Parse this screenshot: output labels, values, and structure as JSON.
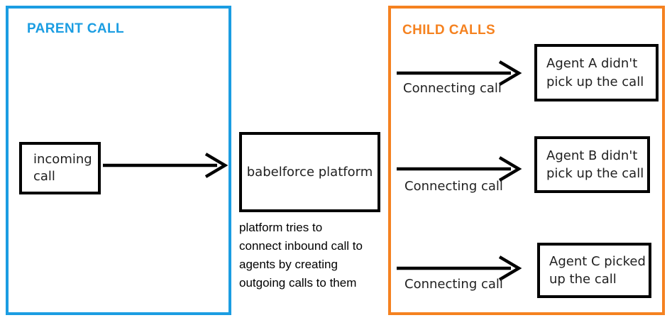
{
  "colors": {
    "parent_accent": "#1b9de2",
    "child_accent": "#f58220",
    "shape_stroke": "#000000",
    "background": "#ffffff"
  },
  "parent_panel": {
    "title": "PARENT CALL",
    "incoming_call": {
      "lines": [
        "incoming",
        "call"
      ]
    }
  },
  "platform": {
    "label": "babelforce platform",
    "caption_lines": [
      "platform tries to",
      "connect inbound call to",
      "agents by creating",
      "outgoing calls to them"
    ]
  },
  "child_panel": {
    "title": "CHILD CALLS",
    "rows": [
      {
        "arrow_label": "Connecting call",
        "result_lines": [
          "Agent A didn't",
          "pick up the call"
        ]
      },
      {
        "arrow_label": "Connecting call",
        "result_lines": [
          "Agent B didn't",
          "pick up the call"
        ]
      },
      {
        "arrow_label": "Connecting call",
        "result_lines": [
          "Agent C picked",
          "up the call"
        ]
      }
    ]
  }
}
